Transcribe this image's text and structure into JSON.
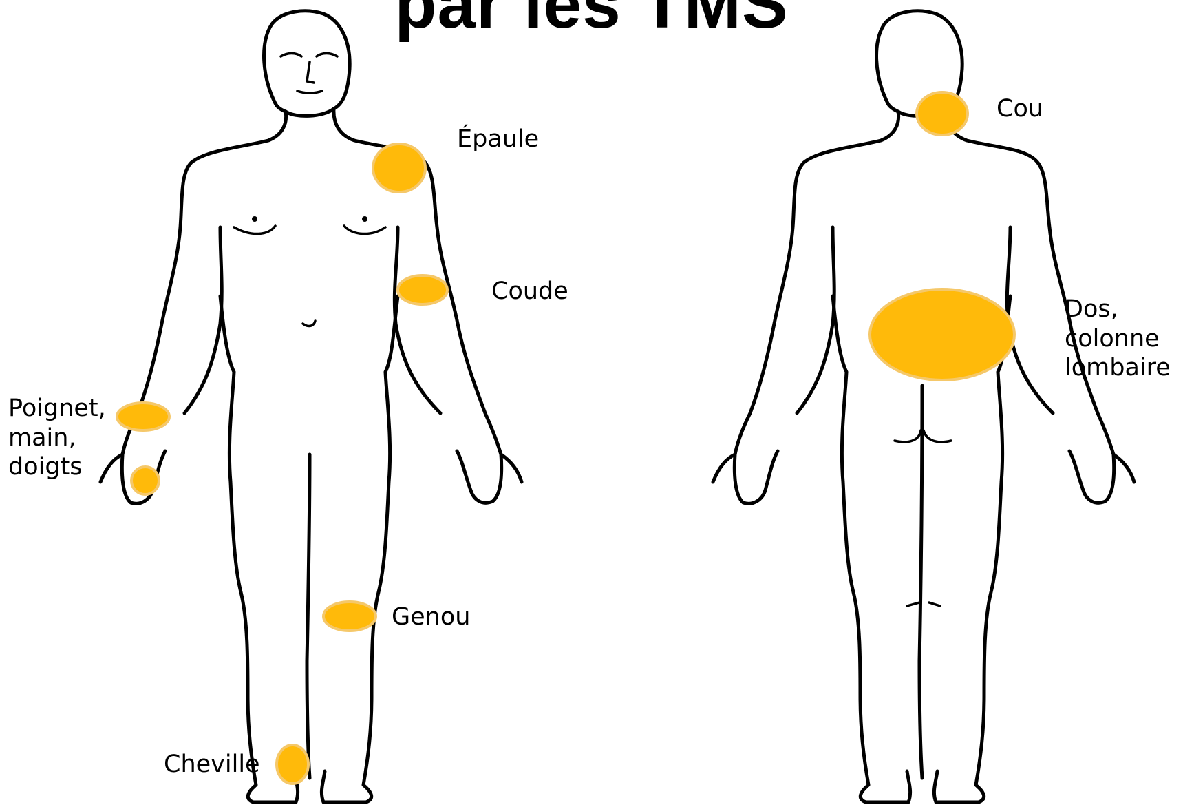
{
  "title": "par les TMS",
  "colors": {
    "zone_fill": "#FFBA0A",
    "zone_stroke": "#F5C86A",
    "outline": "#000000"
  },
  "labels": {
    "epaule": "Épaule",
    "coude": "Coude",
    "poignet": [
      "Poignet,",
      "main,",
      "doigts"
    ],
    "genou": "Genou",
    "cheville": "Cheville",
    "cou": "Cou",
    "dos": [
      "Dos,",
      "colonne",
      "lombaire"
    ]
  }
}
